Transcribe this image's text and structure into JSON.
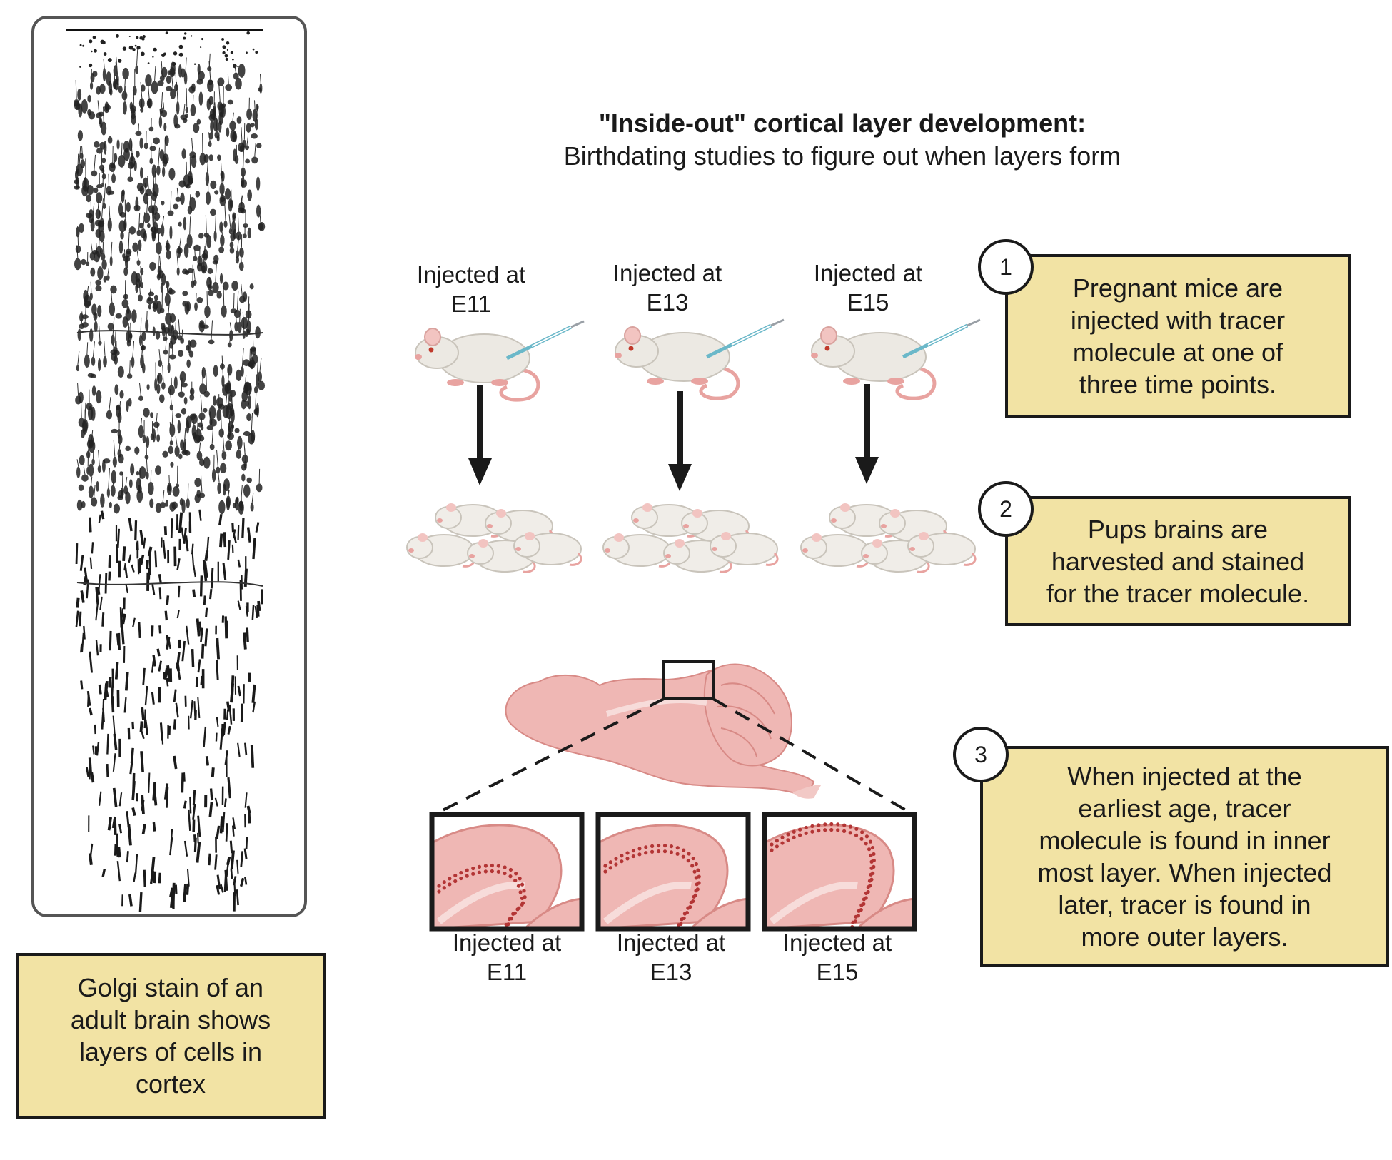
{
  "title": "\"Inside-out\" cortical layer development:",
  "subtitle": "Birthdating studies to figure out when layers form",
  "golgi_caption": "Golgi stain of an\nadult brain shows\nlayers of cells in\ncortex",
  "injections": [
    {
      "label": "Injected  at\nE11"
    },
    {
      "label": "Injected  at\nE13"
    },
    {
      "label": "Injected  at\nE15"
    }
  ],
  "steps": [
    {
      "number": "1",
      "text": "Pregnant mice are\ninjected with tracer\nmolecule at one of\nthree time points."
    },
    {
      "number": "2",
      "text": "Pups brains are\nharvested and stained\nfor the tracer molecule."
    },
    {
      "number": "3",
      "text": "When injected at the\nearliest age, tracer\nmolecule is found in inner\nmost layer. When injected\nlater, tracer is found in\nmore outer layers."
    }
  ],
  "panels": [
    {
      "label": "Injected at\nE11"
    },
    {
      "label": "Injected at\nE13"
    },
    {
      "label": "Injected at\nE15"
    }
  ],
  "colors": {
    "note_fill": "#f2e3a4",
    "brain_fill": "#efb7b4",
    "brain_edge": "#d88a86",
    "tracer_dot": "#b33535",
    "mouse_body": "#ece9e3",
    "mouse_pink": "#e8a3a0"
  }
}
